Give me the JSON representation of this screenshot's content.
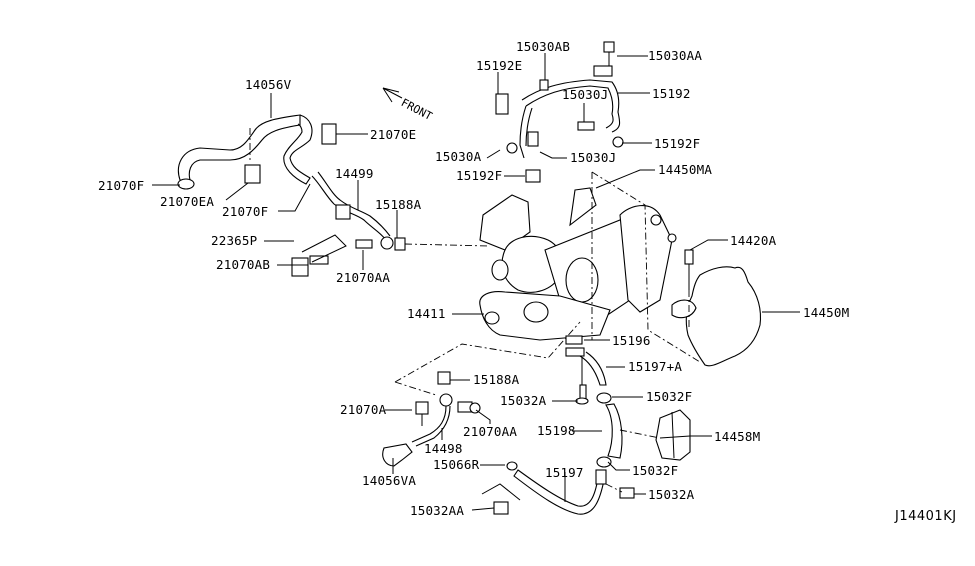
{
  "diagram": {
    "type": "exploded-parts-diagram",
    "subject": "Turbocharger assembly",
    "direction_indicator": "FRONT",
    "diagram_code": "J14401KJ",
    "labels": [
      {
        "id": "14056V",
        "text": "14056V"
      },
      {
        "id": "21070E",
        "text": "21070E"
      },
      {
        "id": "21070F_top",
        "text": "21070F"
      },
      {
        "id": "21070EA",
        "text": "21070EA"
      },
      {
        "id": "21070F",
        "text": "21070F"
      },
      {
        "id": "14499",
        "text": "14499"
      },
      {
        "id": "15188A_top",
        "text": "15188A"
      },
      {
        "id": "22365P",
        "text": "22365P"
      },
      {
        "id": "21070AB",
        "text": "21070AB"
      },
      {
        "id": "21070AA_top",
        "text": "21070AA"
      },
      {
        "id": "15030AB",
        "text": "15030AB"
      },
      {
        "id": "15030AA",
        "text": "15030AA"
      },
      {
        "id": "15192E",
        "text": "15192E"
      },
      {
        "id": "15030J_top",
        "text": "15030J"
      },
      {
        "id": "15192",
        "text": "15192"
      },
      {
        "id": "15192F_right",
        "text": "15192F"
      },
      {
        "id": "15030A_top",
        "text": "15030A"
      },
      {
        "id": "15030J",
        "text": "15030J"
      },
      {
        "id": "15192F",
        "text": "15192F"
      },
      {
        "id": "14450MA",
        "text": "14450MA"
      },
      {
        "id": "14420A",
        "text": "14420A"
      },
      {
        "id": "14450M",
        "text": "14450M"
      },
      {
        "id": "14411",
        "text": "14411"
      },
      {
        "id": "15196",
        "text": "15196"
      },
      {
        "id": "15197A",
        "text": "15197+A"
      },
      {
        "id": "15188A",
        "text": "15188A"
      },
      {
        "id": "15032A_mid",
        "text": "15032A"
      },
      {
        "id": "15032F_top",
        "text": "15032F"
      },
      {
        "id": "21070A",
        "text": "21070A"
      },
      {
        "id": "21070AA",
        "text": "21070AA"
      },
      {
        "id": "15198",
        "text": "15198"
      },
      {
        "id": "14458M",
        "text": "14458M"
      },
      {
        "id": "14498",
        "text": "14498"
      },
      {
        "id": "15066R",
        "text": "15066R"
      },
      {
        "id": "15032F",
        "text": "15032F"
      },
      {
        "id": "14056VA",
        "text": "14056VA"
      },
      {
        "id": "15197",
        "text": "15197"
      },
      {
        "id": "15032A",
        "text": "15032A"
      },
      {
        "id": "15032AA",
        "text": "15032AA"
      }
    ]
  }
}
